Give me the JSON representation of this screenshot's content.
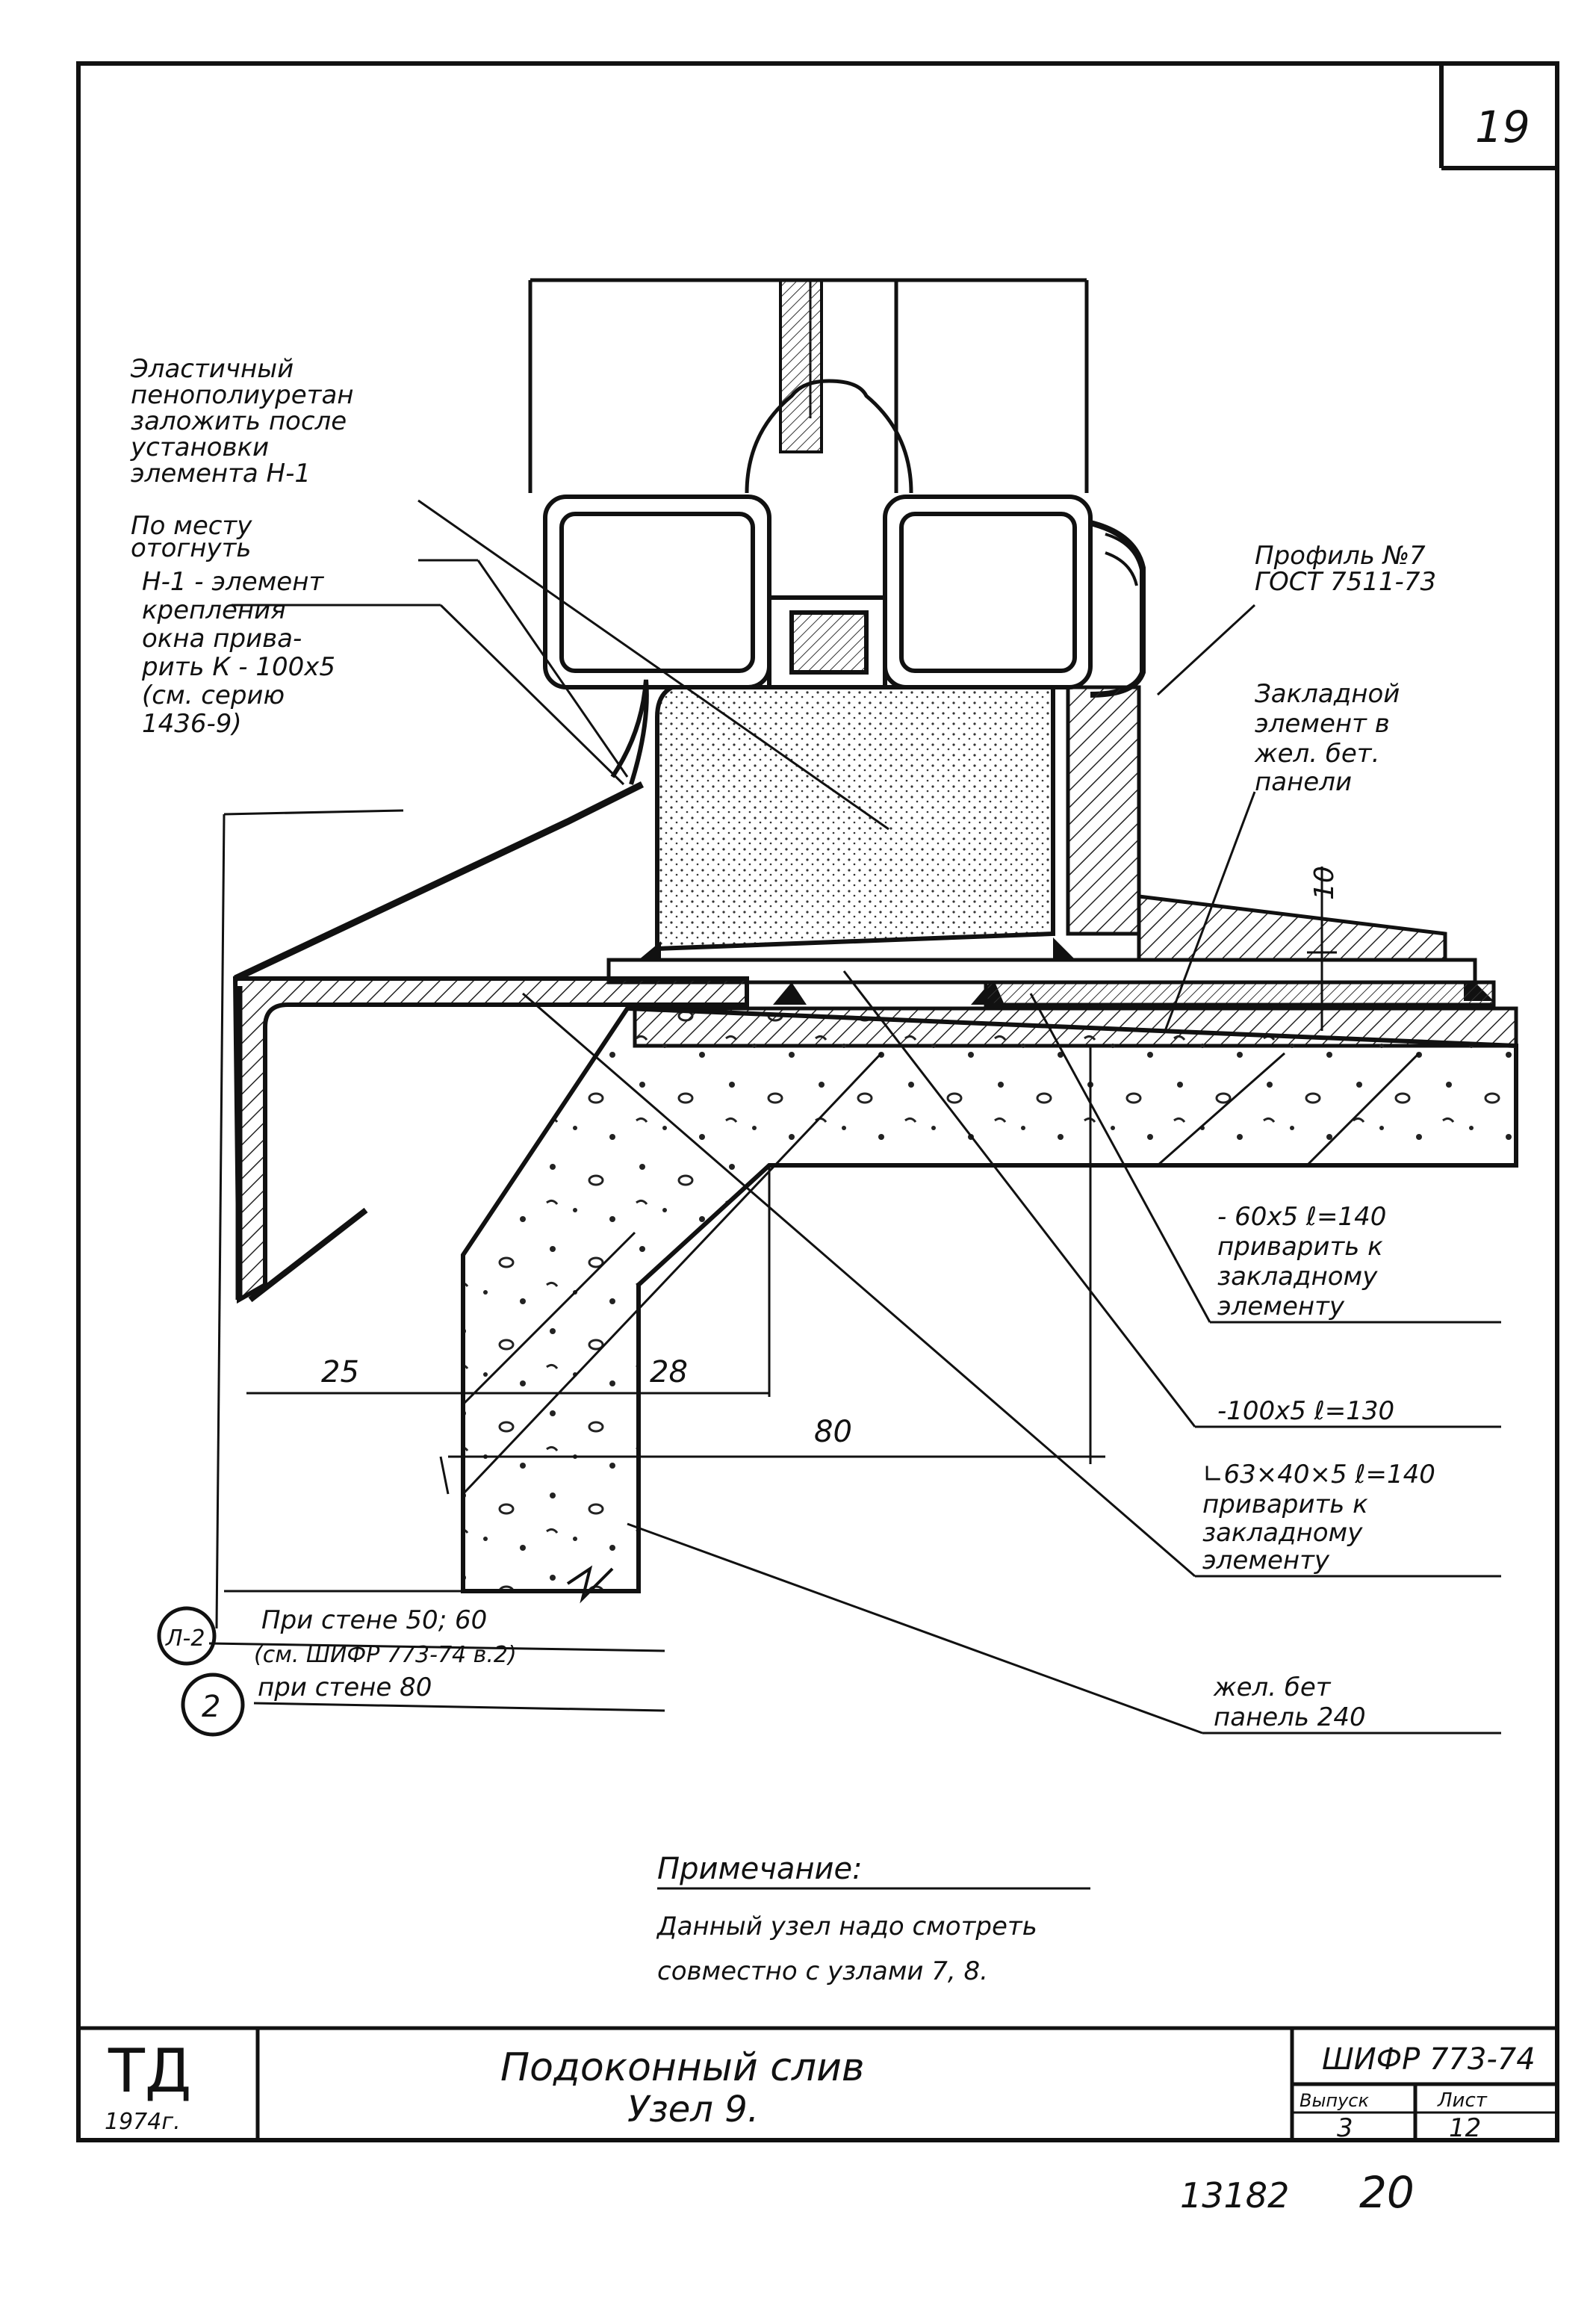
{
  "sheet": {
    "page_number": "19",
    "archive_number": "13182",
    "archive_sheet": "20"
  },
  "callouts": {
    "foam": [
      "Эластичный",
      "пенополиуретан",
      "заложить после",
      "установки",
      "элемента Н-1"
    ],
    "bend": [
      "По месту",
      "отогнуть"
    ],
    "element_n1": [
      "Н-1 - элемент",
      "крепления",
      "окна прива-",
      "рить К - 100х5",
      "(см. серию",
      "1436-9)"
    ],
    "profile": [
      "Профиль №7",
      "ГОСТ 7511-73"
    ],
    "embedded": [
      "Закладной",
      "элемент в",
      "жел. бет.",
      "панели"
    ],
    "plate_60": [
      "- 60х5  ℓ=140",
      "приварить к",
      "закладному",
      "элементу"
    ],
    "plate_100": "-100х5  ℓ=130",
    "angle": [
      "∟63×40×5 ℓ=140",
      "приварить к",
      "закладному",
      "элементу"
    ],
    "panel": [
      "жел. бет",
      "панель 240"
    ]
  },
  "dimensions": {
    "d25": "25",
    "d28": "28",
    "d80": "80",
    "d10": "10"
  },
  "legend": [
    {
      "marker": "Л-2",
      "text": "При стене 50; 60",
      "subtext": "(см. ШИФР 773-74 в.2)"
    },
    {
      "marker": "2",
      "text": "при стене 80"
    }
  ],
  "note": {
    "heading": "Примечание:",
    "lines": [
      "Данный узел надо смотреть",
      "совместно с узлами 7, 8."
    ]
  },
  "title_block": {
    "logo": "ТД",
    "year": "1974г.",
    "title_line1": "Подоконный слив",
    "title_line2": "Узел 9.",
    "code": "ШИФР 773-74",
    "issue_label": "Выпуск",
    "issue_value": "3",
    "sheet_label": "Лист",
    "sheet_value": "12"
  }
}
